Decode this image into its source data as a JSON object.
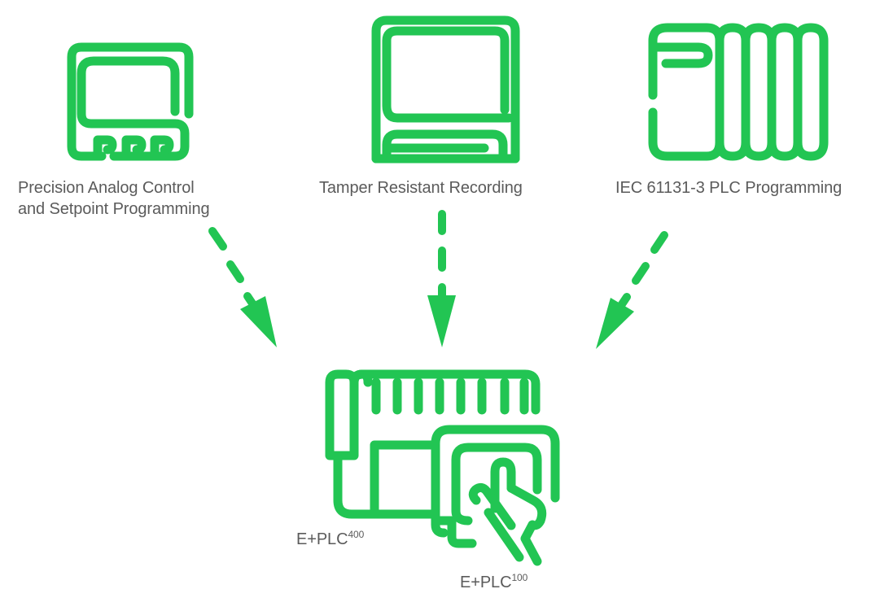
{
  "diagram": {
    "accent_color": "#22c553",
    "text_color": "#5b5b5b",
    "sources": [
      {
        "id": "analog",
        "icon": "panel-controller-icon",
        "label_lines": [
          "Precision Analog Control",
          "and Setpoint Programming"
        ]
      },
      {
        "id": "recording",
        "icon": "recorder-monitor-icon",
        "label_lines": [
          "Tamper Resistant Recording"
        ]
      },
      {
        "id": "plc",
        "icon": "plc-rack-icon",
        "label_lines": [
          "IEC 61131-3 PLC Programming"
        ]
      }
    ],
    "arrows": [
      {
        "from": "analog",
        "to": "target",
        "style": "dashed"
      },
      {
        "from": "recording",
        "to": "target",
        "style": "dashed"
      },
      {
        "from": "plc",
        "to": "target",
        "style": "dashed"
      }
    ],
    "target": {
      "icon": "eplc-device-touchscreen-icon",
      "labels": [
        {
          "base": "E+PLC",
          "sup": "400"
        },
        {
          "base": "E+PLC",
          "sup": "100"
        }
      ]
    }
  }
}
